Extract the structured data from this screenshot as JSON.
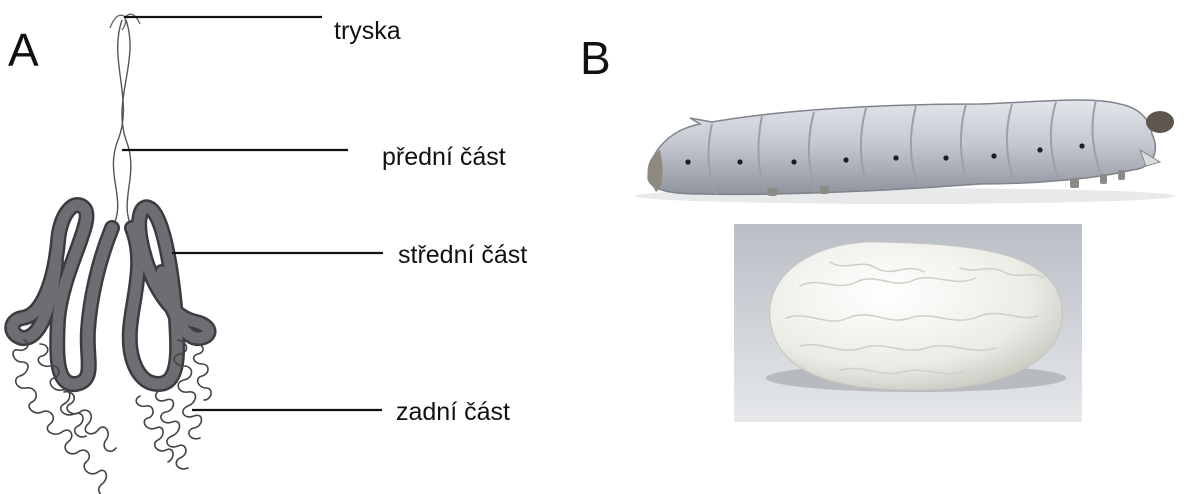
{
  "panels": {
    "a": {
      "letter": "A"
    },
    "b": {
      "letter": "B"
    }
  },
  "labels": {
    "nozzle": "tryska",
    "anterior": "přední část",
    "middle": "střední část",
    "posterior": "zadní část"
  },
  "colors": {
    "gland": "#6d6d73",
    "gland_dark": "#3c3c40",
    "larva": "#c9ced6",
    "cocoon": "#f3f3ef",
    "photo_bg": "#c8ccd2"
  }
}
